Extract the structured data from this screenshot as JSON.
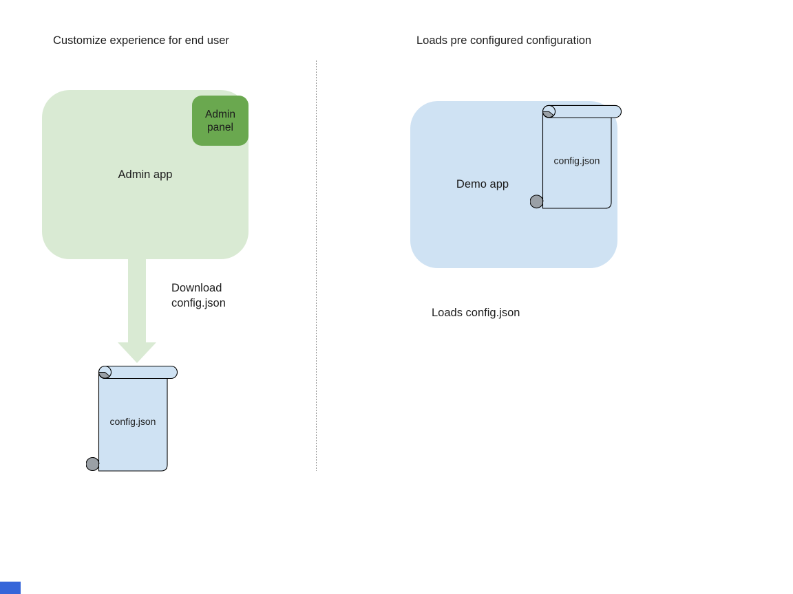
{
  "left_section": {
    "title": "Customize experience for end user",
    "admin_app_label": "Admin app",
    "admin_panel_label": "Admin panel",
    "arrow_label": "Download\nconfig.json",
    "scroll_label": "config.json"
  },
  "right_section": {
    "title": "Loads pre configured configuration",
    "demo_app_label": "Demo app",
    "scroll_label": "config.json",
    "caption": "Loads config.json"
  },
  "colors": {
    "background": "#ffffff",
    "admin_app_fill": "#d9ead3",
    "admin_panel_fill": "#6aa84f",
    "arrow_fill": "#d9ead3",
    "demo_app_fill": "#cfe2f3",
    "scroll_fill": "#cfe2f3",
    "scroll_stroke": "#000000",
    "curl_fill": "#9aa0a6",
    "divider_color": "#8f8f8f",
    "corner_accent": "#3565d9",
    "text_color": "#1c1c1c"
  }
}
